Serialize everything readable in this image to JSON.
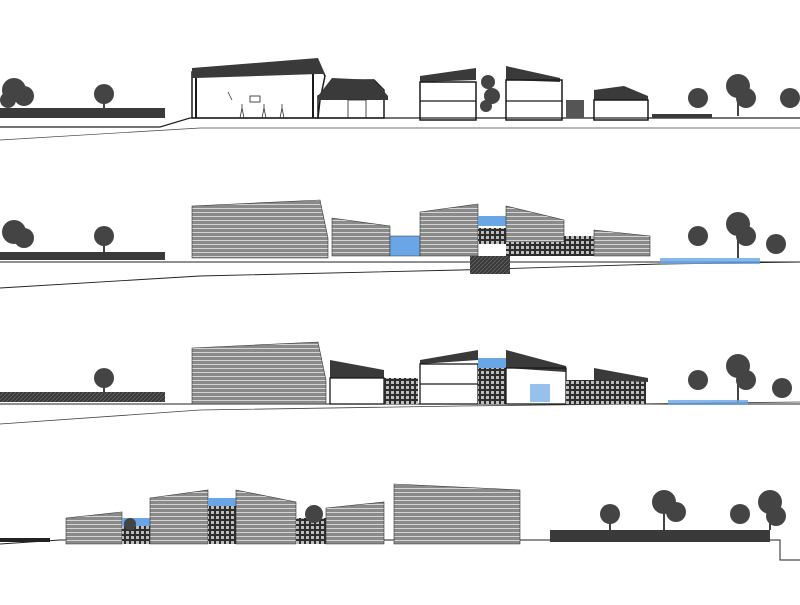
{
  "drawing": {
    "type": "architectural-elevations-and-sections",
    "views": [
      {
        "kind": "section"
      },
      {
        "kind": "elevation"
      },
      {
        "kind": "section-elevation"
      },
      {
        "kind": "elevation"
      }
    ],
    "colors": {
      "background": "#ffffff",
      "roof": "#3a3a3a",
      "cladding": "#7d7d7d",
      "line": "#1a1a1a",
      "glazing": "#6aa6e6",
      "tree": "#444444",
      "ground": "#222222"
    }
  }
}
